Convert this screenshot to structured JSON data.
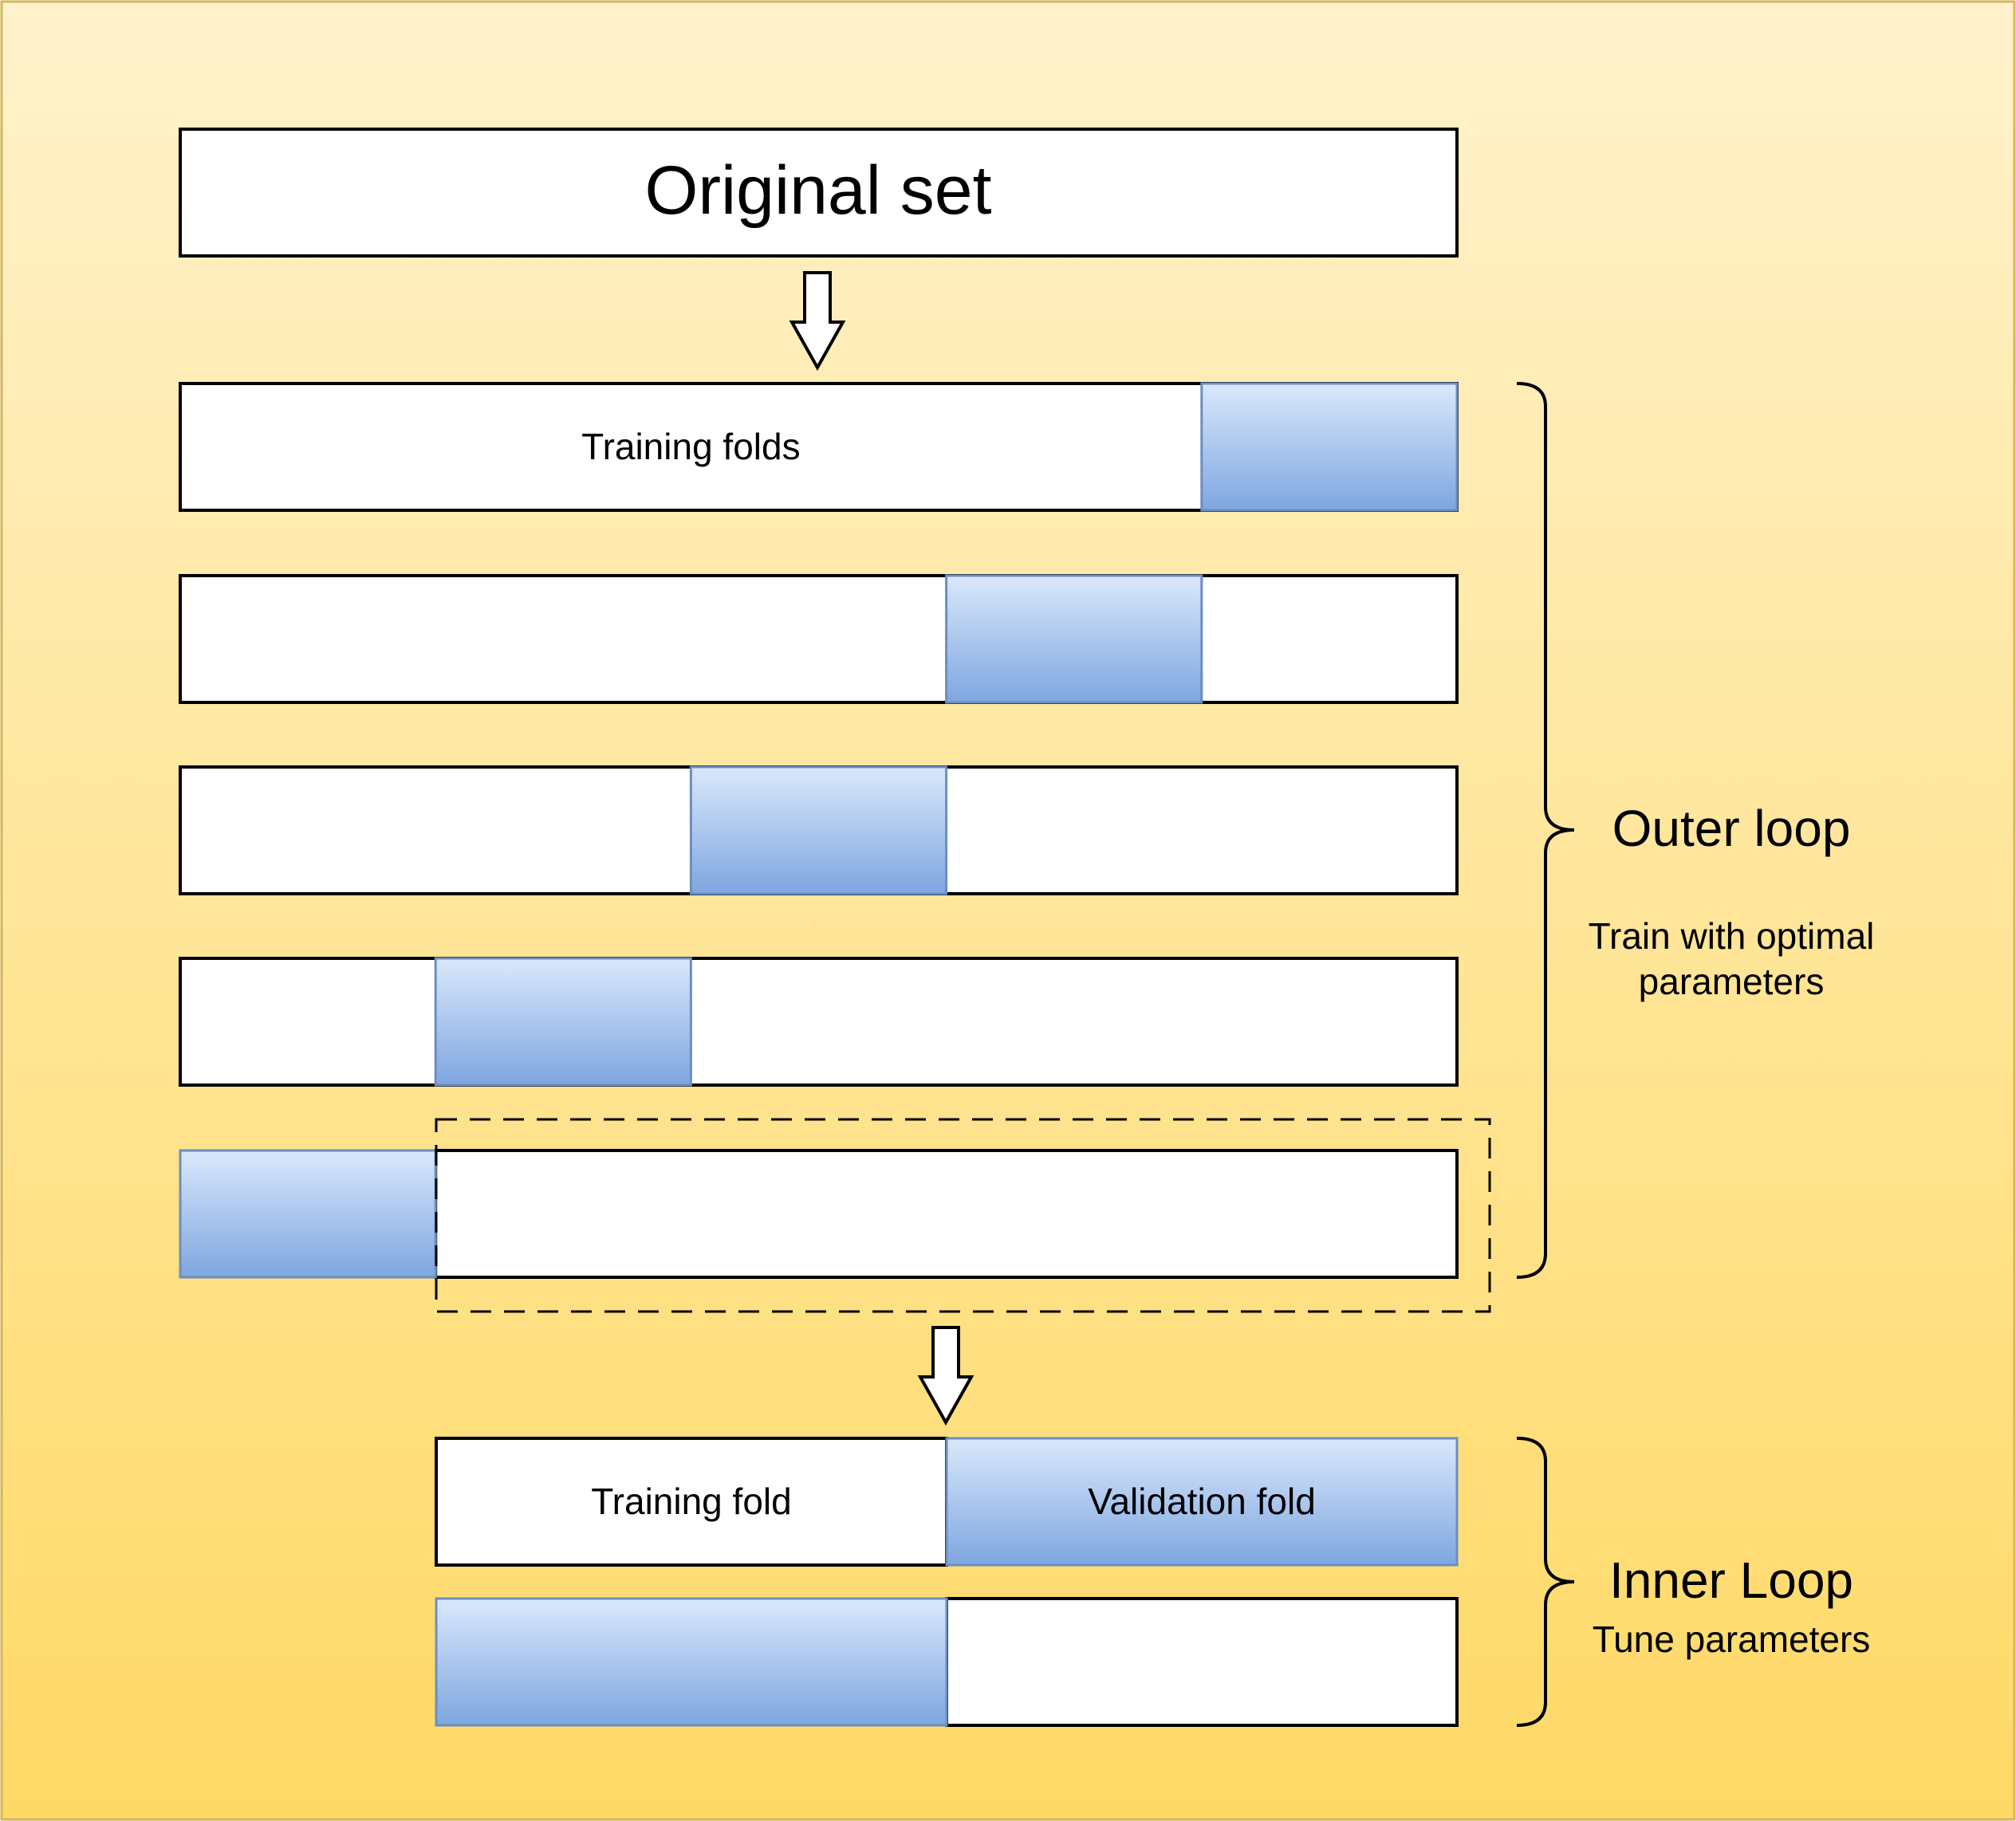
{
  "diagram": {
    "original_set": {
      "label": "Original set"
    },
    "outer_loop": {
      "folds": [
        {
          "label": "Training folds",
          "validation_index": 4
        },
        {
          "label": "",
          "validation_index": 3
        },
        {
          "label": "",
          "validation_index": 2
        },
        {
          "label": "",
          "validation_index": 1
        },
        {
          "label": "",
          "validation_index": 0
        }
      ],
      "title": "Outer loop",
      "description_line1": "Train with optimal",
      "description_line2": "parameters"
    },
    "inner_loop": {
      "folds": [
        {
          "training_label": "Training fold",
          "validation_label": "Validation fold",
          "validation_side": "right"
        },
        {
          "training_label": "",
          "validation_label": "",
          "validation_side": "left"
        }
      ],
      "title": "Inner Loop",
      "description": "Tune parameters"
    },
    "colors": {
      "background_top": "#FFF2CC",
      "background_bottom": "#FFD966",
      "background_border": "#D6B656",
      "fold_fill": "#FFFFFF",
      "validation_top": "#DAE8FC",
      "validation_bottom": "#7EA6E0",
      "validation_border": "#6C8EBF",
      "stroke": "#000000"
    }
  }
}
